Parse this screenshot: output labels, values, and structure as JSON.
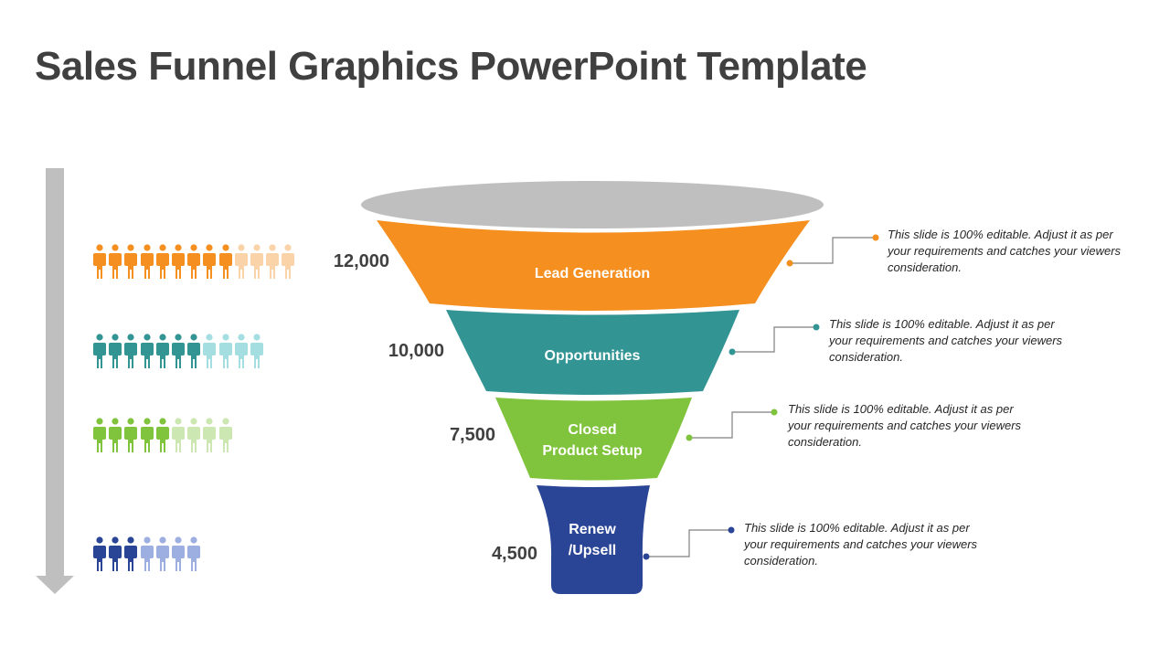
{
  "title": "Sales Funnel Graphics PowerPoint Template",
  "colors": {
    "orange": "#F58F20",
    "orange_light": "#FAD3A9",
    "teal": "#339494",
    "teal_light": "#A4DEE0",
    "green": "#80C33C",
    "green_light": "#CCE7B1",
    "blue": "#2A4595",
    "blue_light": "#9DAEE0",
    "gray": "#BFBFBF",
    "text": "#404040"
  },
  "stages": [
    {
      "label": "Lead Generation",
      "value": "12,000",
      "people_filled": 9,
      "people_total": 13,
      "callout": "This slide is 100%  editable. Adjust it as per your requirements and catches your viewers consideration."
    },
    {
      "label": "Opportunities",
      "value": "10,000",
      "people_filled": 7,
      "people_total": 11,
      "callout": "This slide is 100%  editable. Adjust it as per your requirements and catches your viewers consideration."
    },
    {
      "label_line1": "Closed",
      "label_line2": "Product Setup",
      "value": "7,500",
      "people_filled": 5,
      "people_total": 9,
      "callout": "This slide is 100%  editable. Adjust it as per your requirements and catches your viewers consideration."
    },
    {
      "label_line1": "Renew",
      "label_line2": "/Upsell",
      "value": "4,500",
      "people_filled": 3,
      "people_total": 7,
      "callout": "This slide is 100%  editable. Adjust it as per your requirements and catches your viewers consideration."
    }
  ],
  "chart_data": {
    "type": "funnel",
    "title": "Sales Funnel Graphics PowerPoint Template",
    "categories": [
      "Lead Generation",
      "Opportunities",
      "Closed Product Setup",
      "Renew /Upsell"
    ],
    "values": [
      12000,
      10000,
      7500,
      4500
    ],
    "pictogram_filled": [
      9,
      7,
      5,
      3
    ],
    "pictogram_total": [
      13,
      11,
      9,
      7
    ]
  }
}
